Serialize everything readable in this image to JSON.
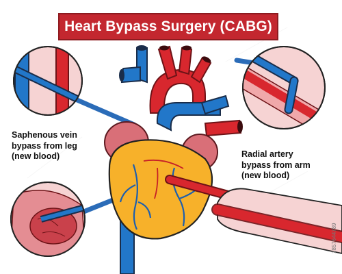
{
  "title": "Heart Bypass Surgery (CABG)",
  "labels": {
    "vein": [
      "Saphenous vein",
      "bypass from leg",
      "(new blood)"
    ],
    "artery": [
      "Radial artery",
      "bypass from arm",
      "(new blood)"
    ]
  },
  "stock_id": "1857644789",
  "colors": {
    "banner": "#c3272f",
    "artery_red": "#d8272e",
    "vein_blue": "#2277c9",
    "heart_orange": "#f7b12a",
    "atrium_pink": "#d96f78",
    "inset_bg": "#f6d3d3"
  }
}
